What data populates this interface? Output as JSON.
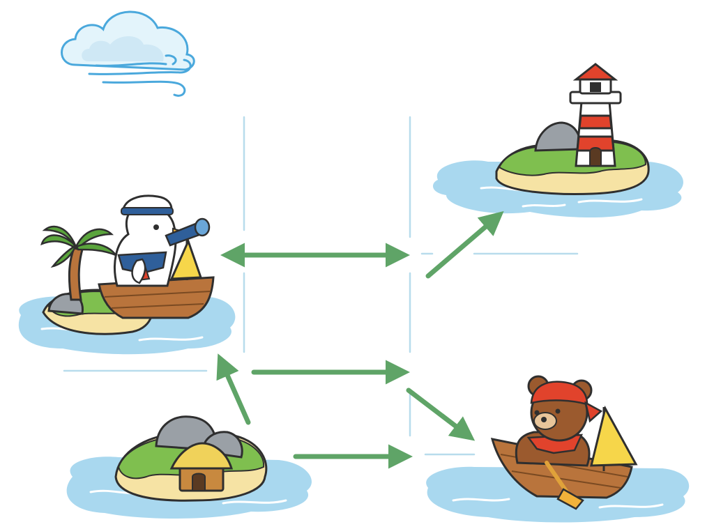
{
  "palette": {
    "water": "#a9d8ef",
    "water_light": "#e3f4fb",
    "water_line": "#4aa8dc",
    "sand": "#f6e3a4",
    "grass": "#7fbf4f",
    "rock": "#9aa0a6",
    "outline": "#2f2f2f",
    "arrow": "#5fa467",
    "grid_line": "#b8dcec",
    "wood": "#b9743c",
    "sail": "#f6d64a",
    "red": "#e1432c",
    "bear": "#9b5a2e"
  },
  "icons": {
    "cloud": "wind-cloud-icon",
    "lighthouse_island": "lighthouse-island-icon",
    "bird_boat": "sailor-bird-boat-icon",
    "hut_island": "hut-island-icon",
    "bear_boat": "bear-rowboat-icon"
  },
  "edges": [
    {
      "from": "bird_boat",
      "to": "center_top",
      "bidirectional": true
    },
    {
      "from": "center_top",
      "to": "lighthouse_island",
      "bidirectional": false
    },
    {
      "from": "hut_island",
      "to": "bird_boat",
      "bidirectional": false
    },
    {
      "from": "mid_left",
      "to": "center_mid",
      "bidirectional": false
    },
    {
      "from": "center_mid",
      "to": "bear_boat",
      "bidirectional": false
    },
    {
      "from": "hut_island",
      "to": "center_bottom",
      "bidirectional": false
    }
  ]
}
